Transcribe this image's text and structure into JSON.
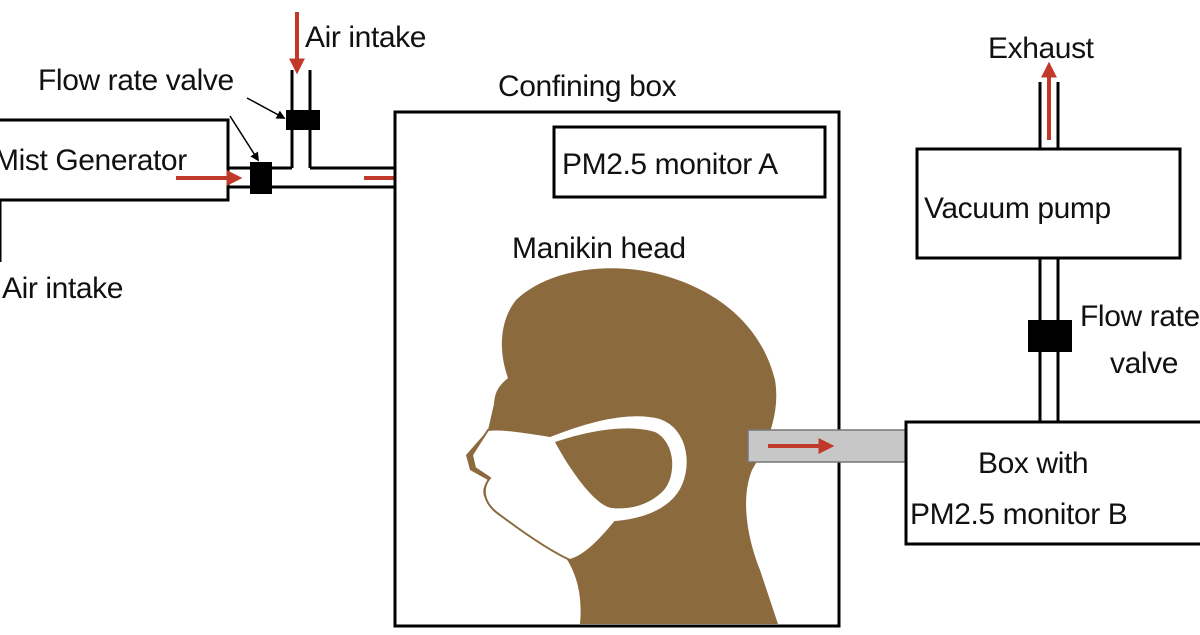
{
  "colors": {
    "arrow": "#c0392b",
    "head": "#8b6a3e",
    "mask": "#ffffff",
    "tube": "#c7c7c7",
    "line": "#000000"
  },
  "labels": {
    "mist_generator": "Mist Generator",
    "air_intake_top": "Air intake",
    "air_intake_bottom": "Air intake",
    "flow_rate_valve_left": "Flow rate valve",
    "confining_box": "Confining box",
    "pm_monitor_a": "PM2.5 monitor A",
    "manikin_head": "Manikin head",
    "exhaust": "Exhaust",
    "vacuum_pump": "Vacuum pump",
    "flow_rate_valve_right_line1": "Flow rate",
    "flow_rate_valve_right_line2": "valve",
    "box_b_line1": "Box with",
    "box_b_line2": "PM2.5 monitor B"
  }
}
